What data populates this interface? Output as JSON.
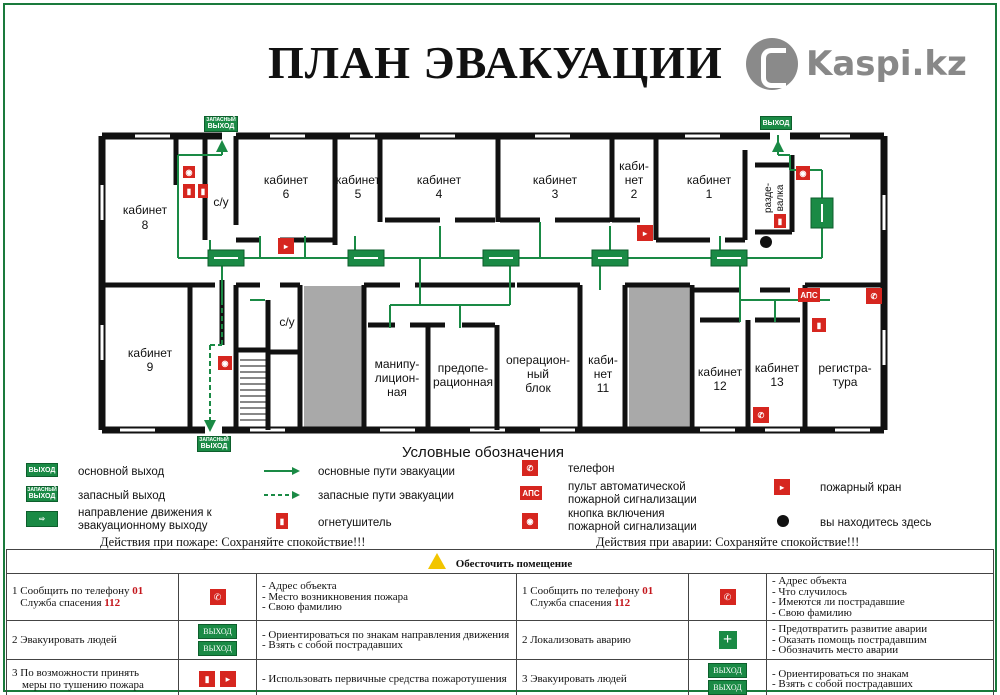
{
  "title": "ПЛАН ЭВАКУАЦИИ",
  "brand": "Kaspi.kz",
  "signs": {
    "main_exit": "ВЫХОД",
    "spare_exit_line1": "ЗАПАСНЫЙ",
    "spare_exit_line2": "ВЫХОД",
    "aps": "АПС"
  },
  "rooms": {
    "r8a": "кабинет",
    "r8b": "8",
    "su1": "с/у",
    "r6a": "кабинет",
    "r6b": "6",
    "r5a": "кабинет",
    "r5b": "5",
    "r4a": "кабинет",
    "r4b": "4",
    "r3a": "кабинет",
    "r3b": "3",
    "r2a": "каби-",
    "r2b": "нет",
    "r2c": "2",
    "r1a": "кабинет",
    "r1b": "1",
    "cloak_a": "разде-",
    "cloak_b": "валка",
    "r9a": "кабинет",
    "r9b": "9",
    "su2": "с/у",
    "manip_a": "манипу-",
    "manip_b": "лицион-",
    "manip_c": "ная",
    "preop_a": "предопе-",
    "preop_b": "рационная",
    "oper_a": "операцион-",
    "oper_b": "ный",
    "oper_c": "блок",
    "r11a": "каби-",
    "r11b": "нет",
    "r11c": "11",
    "r12a": "кабинет",
    "r12b": "12",
    "r13a": "кабинет",
    "r13b": "13",
    "reg_a": "регистра-",
    "reg_b": "тура"
  },
  "legend": {
    "title": "Условные обозначения",
    "main_exit": "основной выход",
    "spare_exit": "запасный выход",
    "direction_line1": "направление движения к",
    "direction_line2": "эвакуационному выходу",
    "main_routes": "основные пути эвакуации",
    "spare_routes": "запасные пути эвакуации",
    "extinguisher": "огнетушитель",
    "phone": "телефон",
    "aps_line1": "пульт автоматической",
    "aps_line2": "пожарной сигнализации",
    "button_line1": "кнопка включения",
    "button_line2": "пожарной сигнализации",
    "hydrant": "пожарный кран",
    "you_are_here": "вы находитесь здесь"
  },
  "actions": {
    "fire": "Действия при пожаре: Сохраняйте спокойствие!!!",
    "accident": "Действия при аварии: Сохраняйте спокойствие!!!"
  },
  "instructions": {
    "header": "Обесточить помещение",
    "fire": {
      "s1_text": "1 Сообщить по телефону",
      "s1_num": "01",
      "s1_text2": "Служба спасения",
      "s1_num2": "112",
      "s1_notes": [
        "- Адрес объекта",
        "- Место возникновения пожара",
        "- Свою фамилию"
      ],
      "s2_text": "2 Эвакуировать людей",
      "s2_notes": [
        "- Ориентироваться по знакам направления движения",
        "- Взять с собой пострадавших"
      ],
      "s3_text1": "3 По возможности принять",
      "s3_text2": "меры по тушению пожара",
      "s3_notes": [
        "- Использовать первичные средства пожаротушения"
      ]
    },
    "accident": {
      "s1_text": "1 Сообщить по телефону",
      "s1_num": "01",
      "s1_text2": "Служба спасения",
      "s1_num2": "112",
      "s1_notes": [
        "- Адрес объекта",
        "- Что случилось",
        "- Имеются ли пострадавшие",
        "- Свою фамилию"
      ],
      "s2_text": "2 Локализовать аварию",
      "s2_notes": [
        "- Предотвратить развитие аварии",
        "- Оказать помощь пострадавшим",
        "- Обозначить место аварии"
      ],
      "s3_text": "3 Эвакуировать людей",
      "s3_notes": [
        "- Ориентироваться по знакам",
        "- Взять с собой пострадавших"
      ]
    }
  },
  "colors": {
    "green": "#1a8a45",
    "red": "#d6261f",
    "wall": "#111111",
    "stair": "#a9a9a9"
  },
  "icons": {
    "phone": "phone-icon",
    "extinguisher": "fire-extinguisher-icon",
    "hydrant": "fire-hydrant-icon",
    "alarm_button": "alarm-button-icon",
    "aps": "alarm-panel-icon",
    "first_aid": "first-aid-icon",
    "warning": "warning-icon"
  }
}
